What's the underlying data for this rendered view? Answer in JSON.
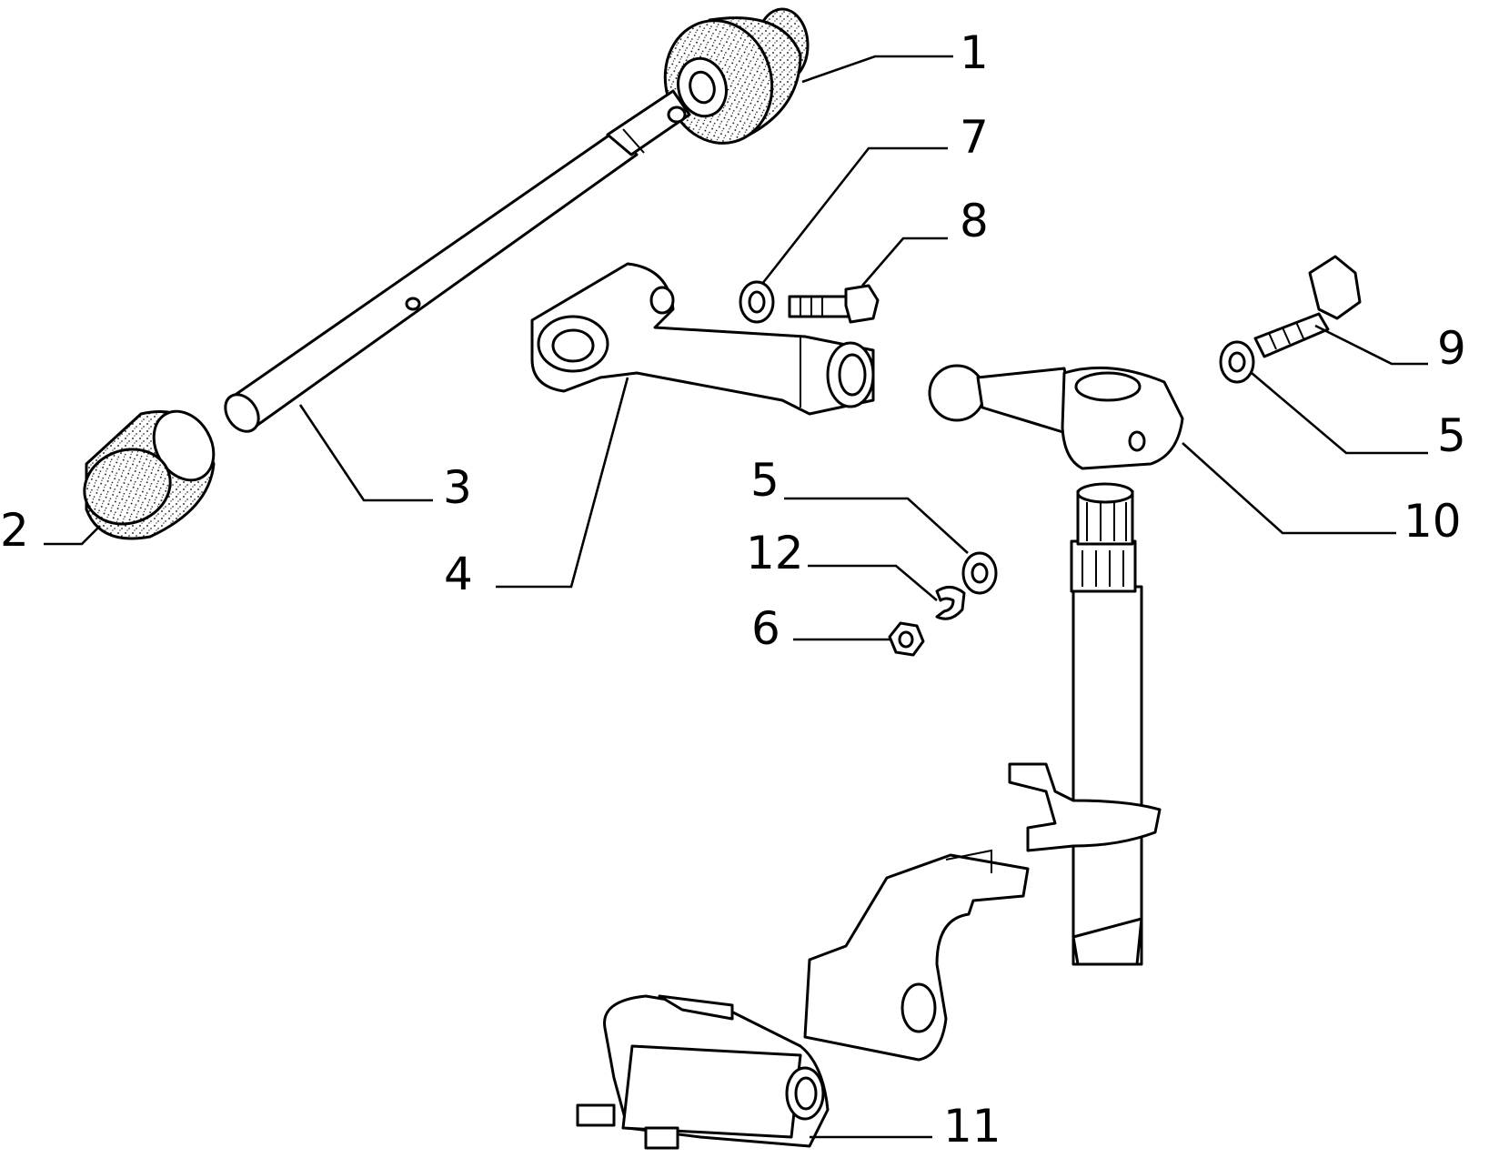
{
  "diagram": {
    "background": "#ffffff",
    "ink": "#000000",
    "callouts": [
      {
        "id": "c1",
        "label": "1"
      },
      {
        "id": "c2",
        "label": "2"
      },
      {
        "id": "c3",
        "label": "3"
      },
      {
        "id": "c4",
        "label": "4"
      },
      {
        "id": "c5a",
        "label": "5"
      },
      {
        "id": "c5b",
        "label": "5"
      },
      {
        "id": "c6",
        "label": "6"
      },
      {
        "id": "c7",
        "label": "7"
      },
      {
        "id": "c8",
        "label": "8"
      },
      {
        "id": "c9",
        "label": "9"
      },
      {
        "id": "c10",
        "label": "10"
      },
      {
        "id": "c11",
        "label": "11"
      },
      {
        "id": "c12",
        "label": "12"
      }
    ]
  }
}
